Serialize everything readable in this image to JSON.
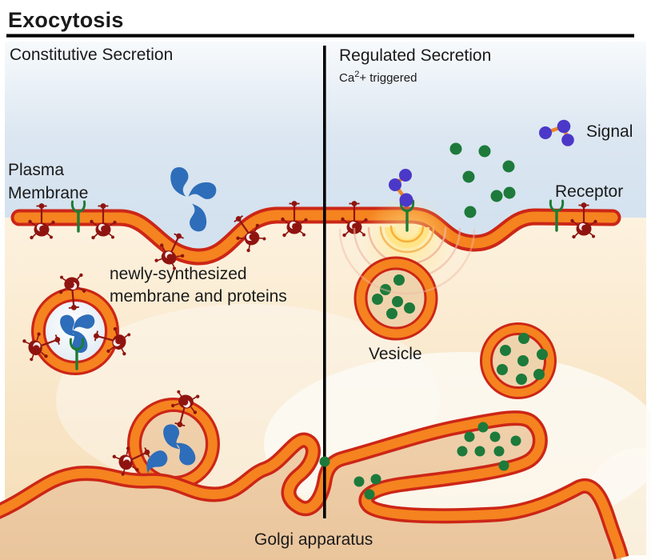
{
  "title": "Exocytosis",
  "sections": {
    "left": {
      "heading": "Constitutive Secretion"
    },
    "right": {
      "heading": "Regulated Secretion",
      "trigger": {
        "pre": "Ca",
        "sup": "2",
        "post": "+ triggered"
      }
    }
  },
  "labels": {
    "plasma_membrane_line1": "Plasma",
    "plasma_membrane_line2": "Membrane",
    "newly_synthesized_line1": "newly-synthesized",
    "newly_synthesized_line2": "membrane and proteins",
    "signal": "Signal",
    "receptor": "Receptor",
    "vesicle": "Vesicle",
    "golgi": "Golgi apparatus"
  },
  "icons": {
    "signal_molecule": "three purple circles linked by orange bonds",
    "receptor": "green Y-shaped fork in membrane",
    "membrane_protein": "maroon bug-shaped protein with stalk through membrane",
    "cargo_protein": "blue comma-shaped protein",
    "cargo_granule": "small dark-green dot",
    "calcium_wave": "yellow concentric arcs under receptor"
  },
  "colors": {
    "text": "#1A1A1A",
    "divider_black": "#000000",
    "membrane_orange": "#F5831F",
    "membrane_outline": "#CC2617",
    "extracellular_blue": "#D6E3F0",
    "cytoplasm_peach": "#F8E7C9",
    "golgi_lumen_tan": "#ECCAA3",
    "vesicle_lumen_tan": "#EFD3AD",
    "vesicle_lumen_blue": "#E8F0F8",
    "cargo_green": "#1D7A3B",
    "protein_blue": "#2E6DB9",
    "membrane_protein_maroon": "#8F1410",
    "receptor_green": "#1D7C35",
    "signal_purple": "#4B38C9",
    "signal_bond_orange": "#F08426",
    "calcium_glow_yellow": "#FFE88F"
  }
}
